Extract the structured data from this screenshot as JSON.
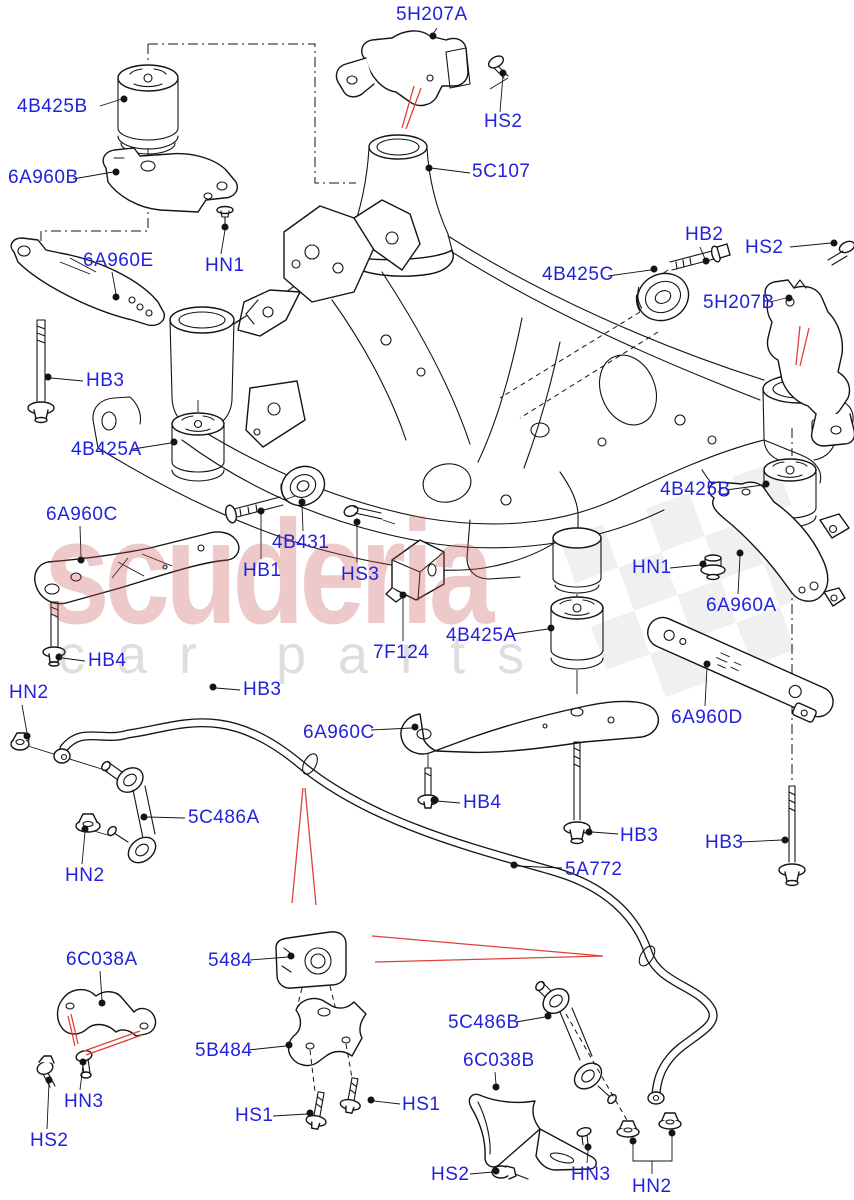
{
  "colors": {
    "label_blue": "#2222dd",
    "line_black": "#141414",
    "annotation_red": "#e04038",
    "watermark_pink": "#c85050",
    "watermark_gray": "#6e6e6e",
    "background": "#ffffff"
  },
  "watermark": {
    "brand_text": "scuderia",
    "tagline_text": "car parts"
  },
  "part_codes": [
    "4B425A",
    "4B425B",
    "4B425C",
    "4B431",
    "5A772",
    "5484",
    "5B484",
    "5C107",
    "5C486A",
    "5C486B",
    "5H207A",
    "5H207B",
    "6A960A",
    "6A960B",
    "6A960C",
    "6A960D",
    "6A960E",
    "6C038A",
    "6C038B",
    "7F124",
    "HB1",
    "HB2",
    "HB3",
    "HB4",
    "HN1",
    "HN2",
    "HN3",
    "HS1",
    "HS2",
    "HS3"
  ],
  "diagram": {
    "labels": [
      {
        "text": "5H207A"
      },
      {
        "text": "4B425B"
      },
      {
        "text": "HS2"
      },
      {
        "text": "5C107"
      },
      {
        "text": "6A960B"
      },
      {
        "text": "HN1"
      },
      {
        "text": "6A960E"
      },
      {
        "text": "HB2"
      },
      {
        "text": "HS2"
      },
      {
        "text": "4B425C"
      },
      {
        "text": "5H207B"
      },
      {
        "text": "HB3"
      },
      {
        "text": "4B425A"
      },
      {
        "text": "6A960C"
      },
      {
        "text": "4B431"
      },
      {
        "text": "HB1"
      },
      {
        "text": "HS3"
      },
      {
        "text": "7F124"
      },
      {
        "text": "4B425A"
      },
      {
        "text": "HN1"
      },
      {
        "text": "4B425B"
      },
      {
        "text": "6A960A"
      },
      {
        "text": "6A960D"
      },
      {
        "text": "HN2"
      },
      {
        "text": "HB4"
      },
      {
        "text": "HB3"
      },
      {
        "text": "5C486A"
      },
      {
        "text": "HN2"
      },
      {
        "text": "6A960C"
      },
      {
        "text": "HB4"
      },
      {
        "text": "HB3"
      },
      {
        "text": "5A772"
      },
      {
        "text": "HB3"
      },
      {
        "text": "6C038A"
      },
      {
        "text": "5484"
      },
      {
        "text": "5B484"
      },
      {
        "text": "HS1"
      },
      {
        "text": "HS1"
      },
      {
        "text": "5C486B"
      },
      {
        "text": "6C038B"
      },
      {
        "text": "HS2"
      },
      {
        "text": "HN3"
      },
      {
        "text": "HS2"
      },
      {
        "text": "HN3"
      },
      {
        "text": "HN2"
      }
    ]
  }
}
